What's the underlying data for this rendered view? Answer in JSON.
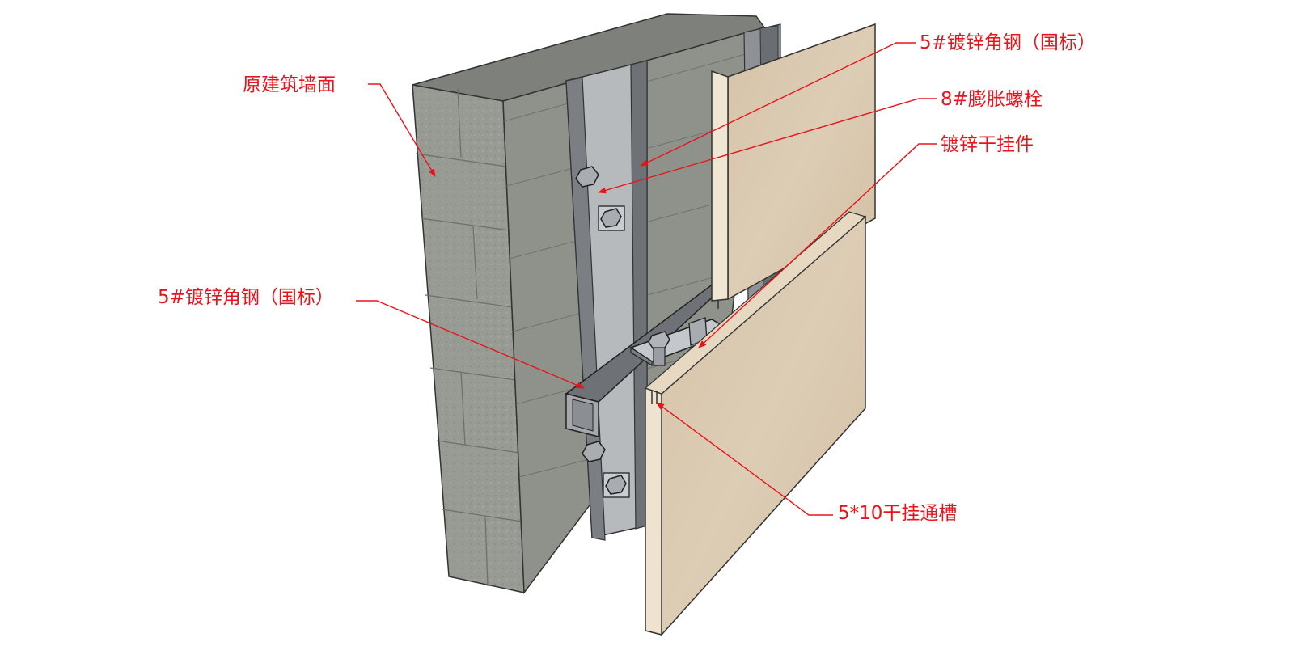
{
  "labels": {
    "wall": "原建筑墙面",
    "angle_top": "5#镀锌角钢（国标）",
    "bolt": "8#膨胀螺栓",
    "hanger": "镀锌干挂件",
    "angle_mid": "5#镀锌角钢（国标）",
    "slot": "5*10干挂通槽"
  },
  "colors": {
    "leader": "#e8141b",
    "label_text": "#e8141b",
    "wall_front": "#9a9d95",
    "wall_side": "#868982",
    "wall_top": "#7c7f79",
    "steel": "#9da1a6",
    "steel_dark": "#6f7378",
    "stone_face": "#d9c7ad",
    "stone_edge": "#efe3cf"
  }
}
